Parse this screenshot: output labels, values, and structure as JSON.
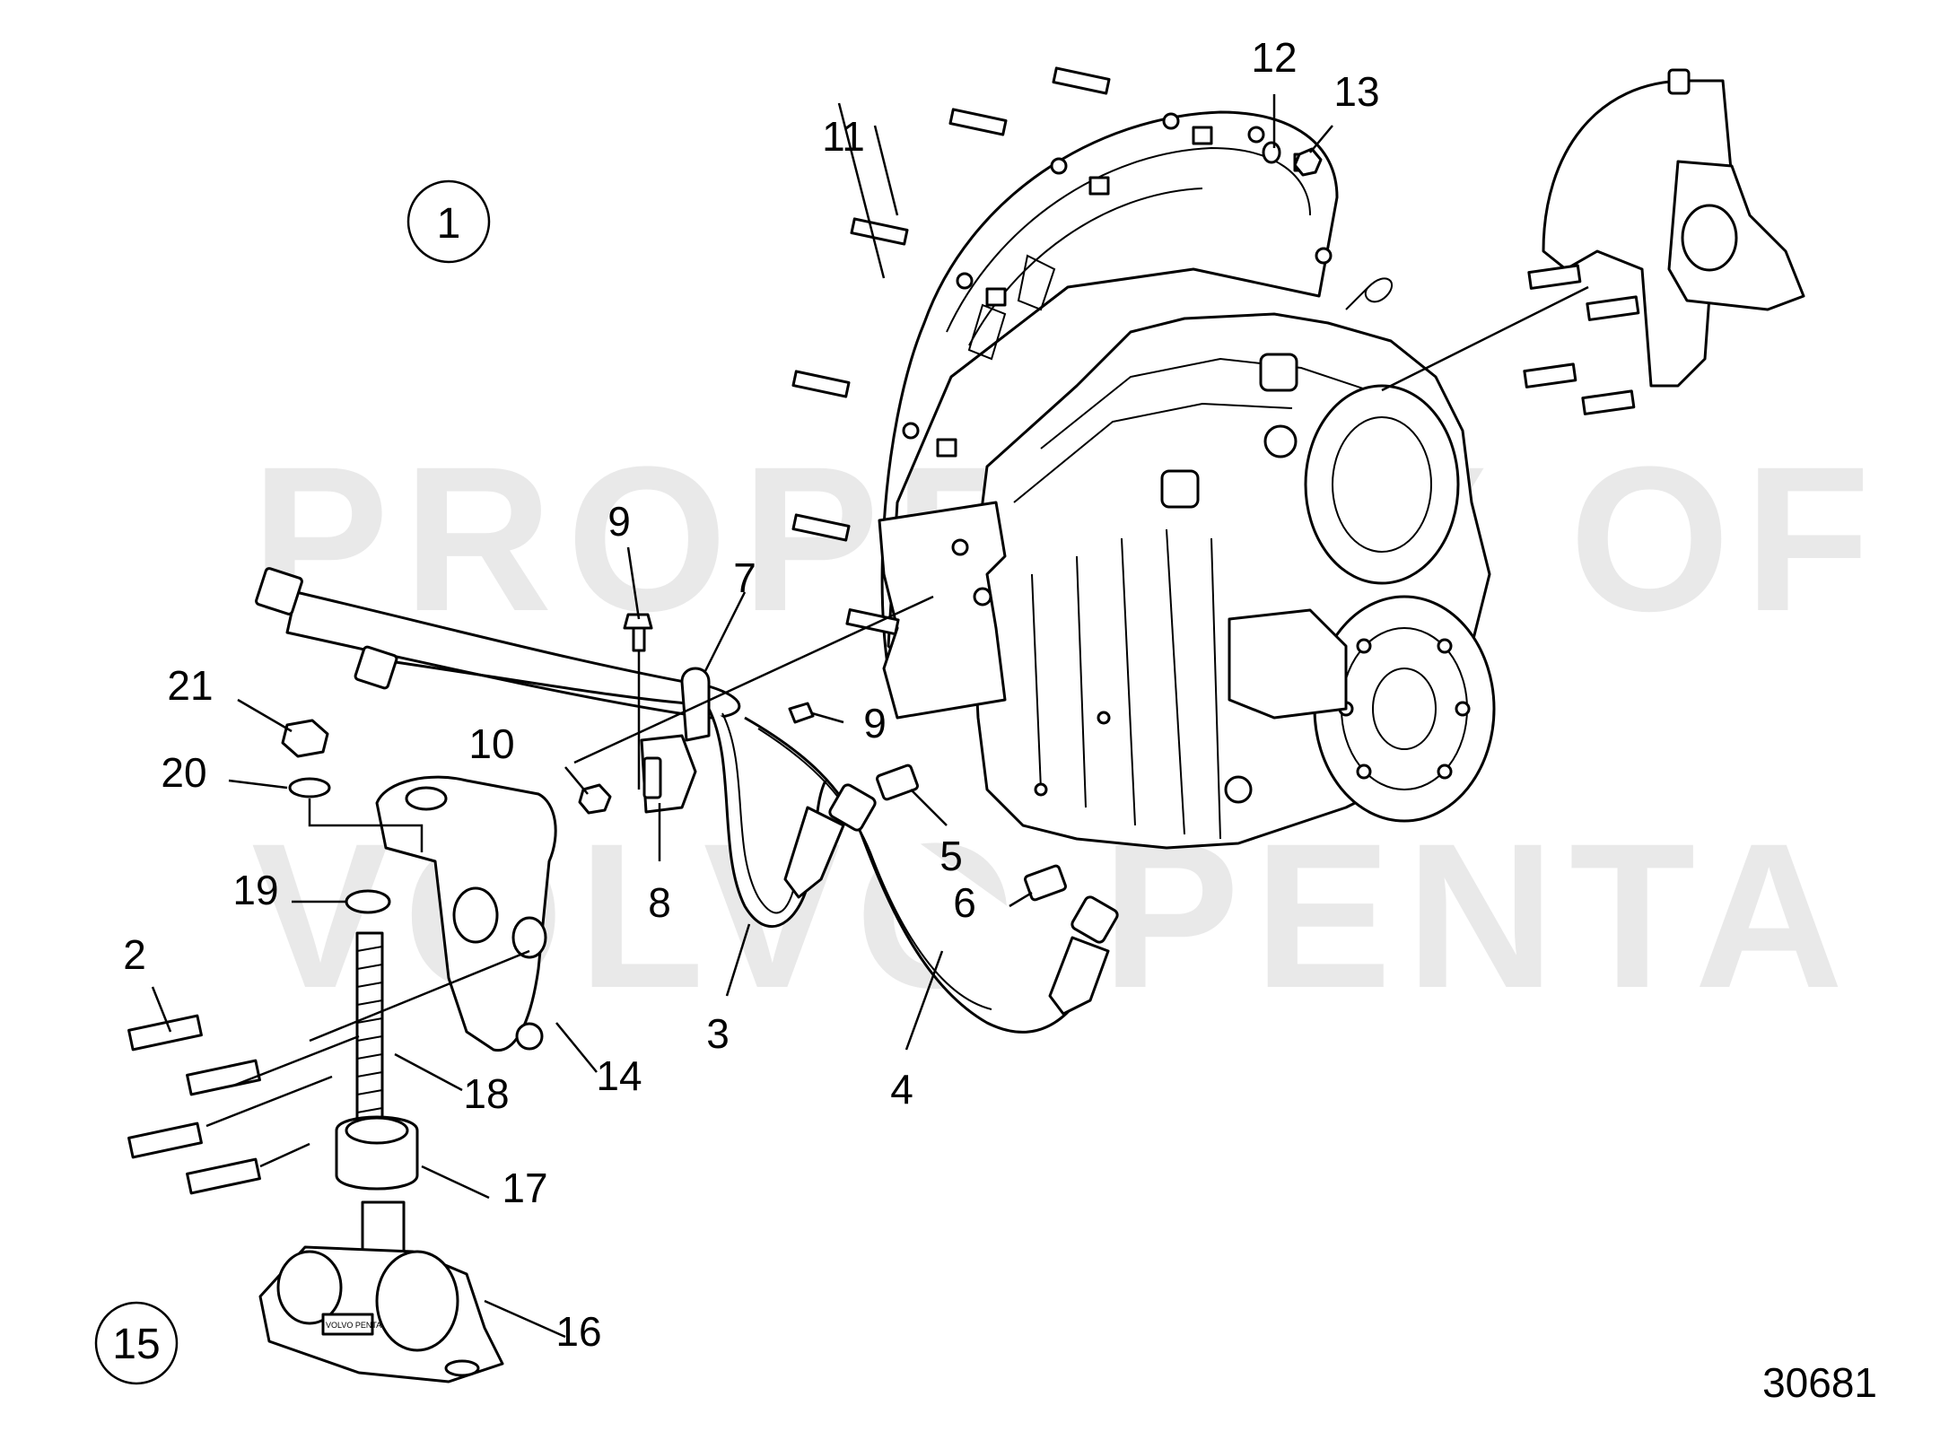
{
  "watermark": {
    "line1": "PROPERTY OF",
    "line2": "VOLVO PENTA"
  },
  "drawing_number": "30681",
  "group_labels": [
    "1",
    "15"
  ],
  "callouts": [
    "2",
    "3",
    "4",
    "5",
    "6",
    "7",
    "8",
    "9",
    "9",
    "10",
    "11",
    "12",
    "13",
    "14",
    "16",
    "17",
    "18",
    "19",
    "20",
    "21"
  ],
  "mount_plate_text": "VOLVO PENTA"
}
